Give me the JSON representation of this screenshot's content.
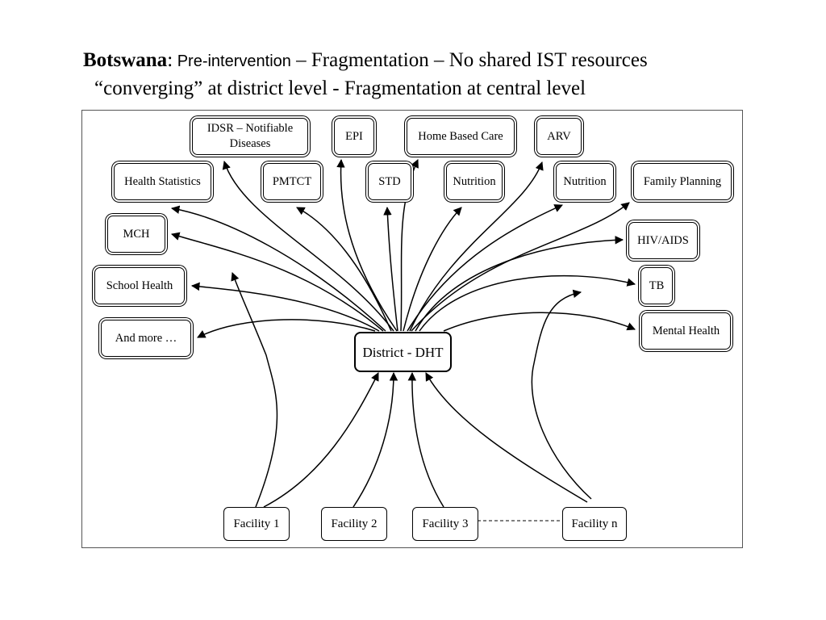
{
  "title": {
    "country": "Botswana",
    "colon": ":",
    "phase": " Pre-intervention",
    "rest1": " – Fragmentation – No shared IST resources",
    "line2": "“converging” at district level - Fragmentation at central level"
  },
  "programs": {
    "idsr": "IDSR – Notifiable Diseases",
    "epi": "EPI",
    "home_based_care": "Home Based Care",
    "arv": "ARV",
    "health_statistics": "Health Statistics",
    "pmtct": "PMTCT",
    "std": "STD",
    "nutrition_1": "Nutrition",
    "nutrition_2": "Nutrition",
    "family_planning": "Family Planning",
    "mch": "MCH",
    "hiv_aids": "HIV/AIDS",
    "school_health": "School Health",
    "tb": "TB",
    "and_more": "And more …",
    "mental_health": "Mental Health"
  },
  "district": "District - DHT",
  "facilities": {
    "f1": "Facility 1",
    "f2": "Facility 2",
    "f3": "Facility 3",
    "fn": "Facility n"
  }
}
